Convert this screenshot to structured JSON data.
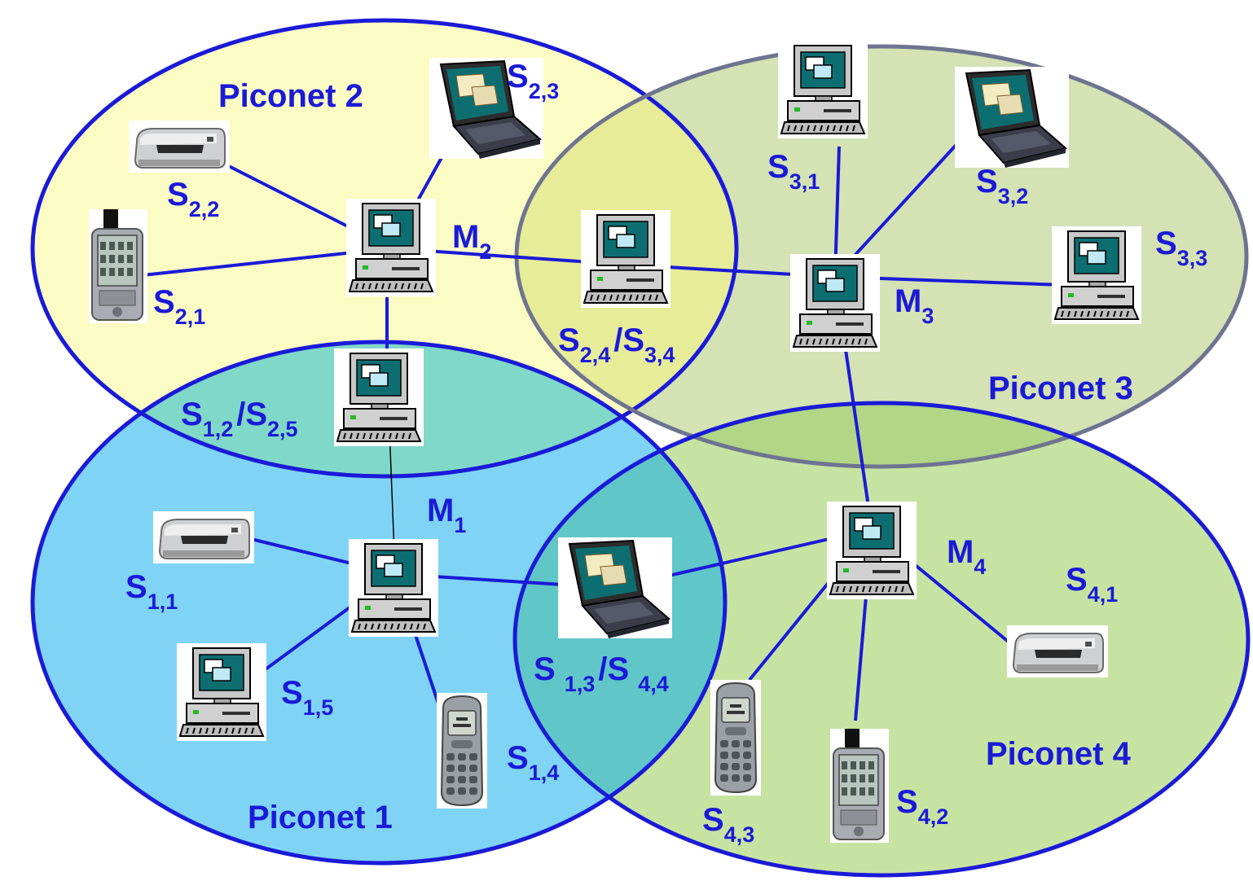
{
  "colors": {
    "stroke": "#1a1ad8",
    "label": "#1a1ad8",
    "piconet_1_fill": "#7fd4f6",
    "piconet_2_fill": "#fbfbc4",
    "piconet_3_fill": "#d4e2b4",
    "piconet_4_fill": "#c7e3a2",
    "overlap_1_2": "#80d8c8",
    "overlap_2_3": "#e6ec98",
    "overlap_3_4": "#b0d686",
    "overlap_1_4": "#60c6c8"
  },
  "piconets": [
    {
      "id": "p1",
      "label": "Piconet 1"
    },
    {
      "id": "p2",
      "label": "Piconet 2"
    },
    {
      "id": "p3",
      "label": "Piconet 3"
    },
    {
      "id": "p4",
      "label": "Piconet 4"
    }
  ],
  "nodes": [
    {
      "id": "M1",
      "device": "desktop-computer-icon",
      "main": "M",
      "sub": "1"
    },
    {
      "id": "M2",
      "device": "desktop-computer-icon",
      "main": "M",
      "sub": "2"
    },
    {
      "id": "M3",
      "device": "desktop-computer-icon",
      "main": "M",
      "sub": "3"
    },
    {
      "id": "M4",
      "device": "desktop-computer-icon",
      "main": "M",
      "sub": "4"
    },
    {
      "id": "S11",
      "device": "printer-icon",
      "main": "S",
      "sub": "1,1"
    },
    {
      "id": "S15",
      "device": "desktop-computer-icon",
      "main": "S",
      "sub": "1,5"
    },
    {
      "id": "S14",
      "device": "mobile-phone-icon",
      "main": "S",
      "sub": "1,4"
    },
    {
      "id": "S21",
      "device": "pda-icon",
      "main": "S",
      "sub": "2,1"
    },
    {
      "id": "S22",
      "device": "printer-icon",
      "main": "S",
      "sub": "2,2"
    },
    {
      "id": "S23",
      "device": "laptop-icon",
      "main": "S",
      "sub": "2,3"
    },
    {
      "id": "S31",
      "device": "desktop-computer-icon",
      "main": "S",
      "sub": "3,1"
    },
    {
      "id": "S32",
      "device": "laptop-icon",
      "main": "S",
      "sub": "3,2"
    },
    {
      "id": "S33",
      "device": "desktop-computer-icon",
      "main": "S",
      "sub": "3,3"
    },
    {
      "id": "S41",
      "device": "printer-icon",
      "main": "S",
      "sub": "4,1"
    },
    {
      "id": "S42",
      "device": "pda-icon",
      "main": "S",
      "sub": "4,2"
    },
    {
      "id": "S43",
      "device": "mobile-phone-icon",
      "main": "S",
      "sub": "4,3"
    },
    {
      "id": "B12",
      "device": "desktop-computer-icon",
      "main": "S",
      "sub": "1,2",
      "main2": "/S",
      "sub2": "2,5"
    },
    {
      "id": "B24",
      "device": "desktop-computer-icon",
      "main": "S",
      "sub": "2,4",
      "main2": "/S",
      "sub2": "3,4"
    },
    {
      "id": "B13",
      "device": "laptop-icon",
      "main": "S ",
      "sub": "1,3",
      "main2": "/S ",
      "sub2": "4,4"
    }
  ],
  "links": [
    {
      "from": "M2",
      "to": "S22"
    },
    {
      "from": "M2",
      "to": "S23"
    },
    {
      "from": "M2",
      "to": "S21"
    },
    {
      "from": "M2",
      "to": "B24"
    },
    {
      "from": "M2",
      "to": "B12"
    },
    {
      "from": "B24",
      "to": "M3"
    },
    {
      "from": "M3",
      "to": "S31"
    },
    {
      "from": "M3",
      "to": "S32"
    },
    {
      "from": "M3",
      "to": "S33"
    },
    {
      "from": "M3",
      "to": "M4"
    },
    {
      "from": "B12",
      "to": "M1",
      "style": "thin"
    },
    {
      "from": "M1",
      "to": "S11"
    },
    {
      "from": "M1",
      "to": "S15"
    },
    {
      "from": "M1",
      "to": "S14"
    },
    {
      "from": "M1",
      "to": "B13"
    },
    {
      "from": "B13",
      "to": "M4"
    },
    {
      "from": "M4",
      "to": "S41"
    },
    {
      "from": "M4",
      "to": "S42"
    },
    {
      "from": "M4",
      "to": "S43"
    }
  ]
}
